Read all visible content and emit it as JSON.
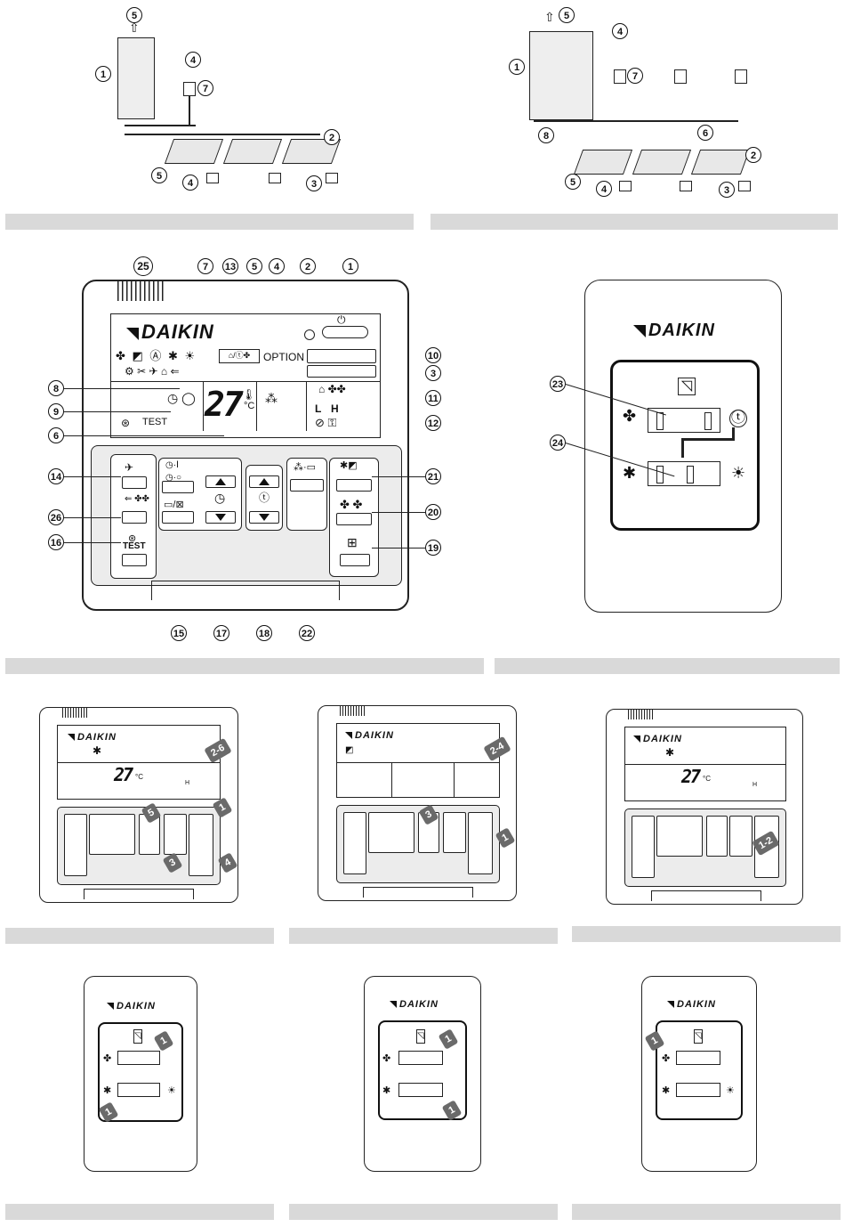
{
  "brand": "DAIKIN",
  "top_left": {
    "labels": [
      "1",
      "2",
      "3",
      "4",
      "4",
      "5",
      "5",
      "7"
    ]
  },
  "top_right": {
    "labels": [
      "1",
      "2",
      "3",
      "4",
      "4",
      "5",
      "5",
      "6",
      "7",
      "8"
    ]
  },
  "remote": {
    "callouts": [
      "25",
      "7",
      "13",
      "5",
      "4",
      "2",
      "1",
      "10",
      "3",
      "11",
      "12",
      "8",
      "9",
      "6",
      "14",
      "26",
      "16",
      "21",
      "20",
      "19",
      "15",
      "17",
      "18",
      "22"
    ],
    "option_label": "OPTION",
    "temp": "27",
    "unit": "°C",
    "test_label": "TEST",
    "fan_low": "L",
    "fan_high": "H",
    "test_btn": "TEST"
  },
  "selector": {
    "callouts": [
      "23",
      "24"
    ]
  },
  "step_panels": {
    "a": {
      "tags": [
        "2-6",
        "1",
        "5",
        "3",
        "4"
      ],
      "temp": "27",
      "unit": "°C",
      "fan": "H"
    },
    "b": {
      "tags": [
        "2-4",
        "3",
        "1"
      ]
    },
    "c": {
      "tags": [
        "1-2"
      ],
      "temp": "27",
      "unit": "°C",
      "fan": "H"
    }
  },
  "switch_panels": {
    "a": {
      "tags": [
        "1",
        "1"
      ]
    },
    "b": {
      "tags": [
        "1",
        "1"
      ]
    },
    "c": {
      "tags": [
        "1"
      ]
    }
  },
  "icons": [
    "fan-icon",
    "snowflake-icon",
    "sun-icon",
    "thermometer-icon",
    "clock-icon",
    "power-icon",
    "filter-icon",
    "louver-icon"
  ]
}
